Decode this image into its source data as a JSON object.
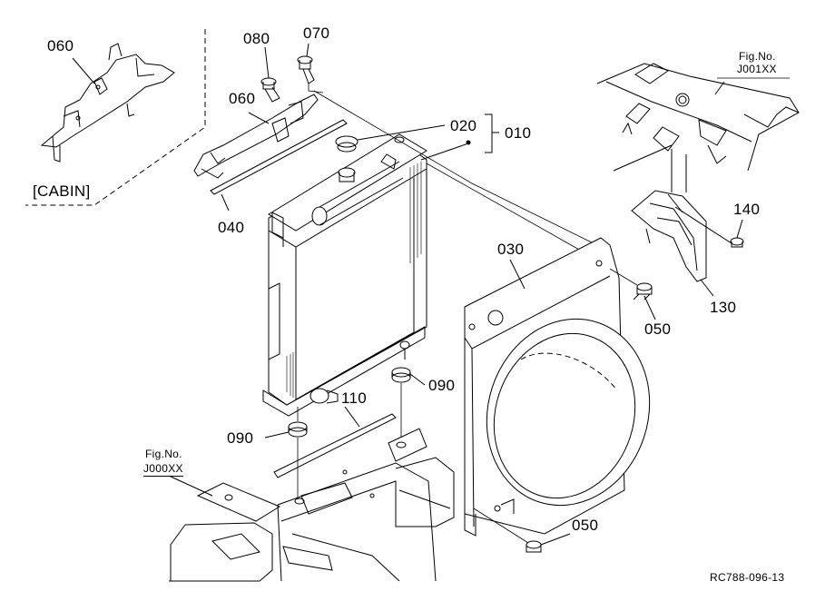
{
  "labels": {
    "p060a": "060",
    "p060b": "060",
    "p080": "080",
    "p070": "070",
    "p020": "020",
    "p010": "010",
    "p040": "040",
    "p030": "030",
    "p050a": "050",
    "p050b": "050",
    "p090a": "090",
    "p090b": "090",
    "p110": "110",
    "p140": "140",
    "p130": "130",
    "cabin": "[CABIN]",
    "fig_top_title": "Fig.No.",
    "fig_top_code": "J001XX",
    "fig_bottom_title": "Fig.No.",
    "fig_bottom_code": "J000XX",
    "drawing_code": "RC788-096-13"
  }
}
